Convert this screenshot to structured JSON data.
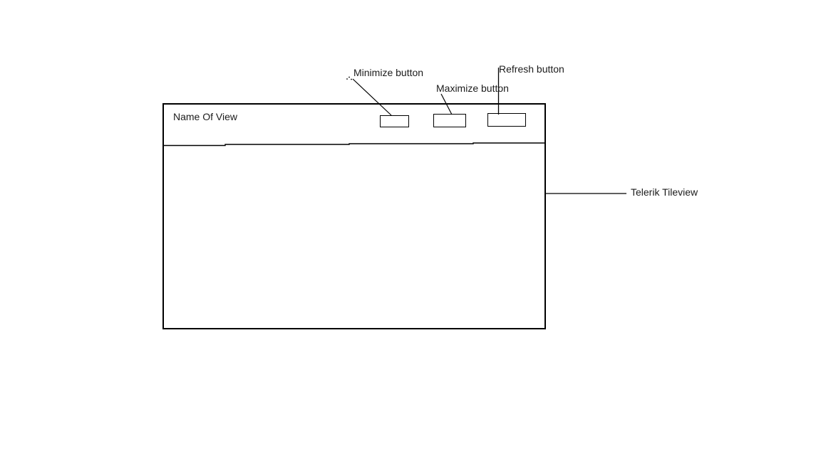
{
  "diagram": {
    "box_title": "Name Of View",
    "labels": {
      "minimize": "Minimize button",
      "maximize": "Maximize button",
      "refresh": "Refresh button",
      "component": "Telerik Tileview"
    },
    "icons": {
      "minimize_button_shape": "empty-rectangle",
      "maximize_button_shape": "empty-rectangle",
      "refresh_button_shape": "empty-rectangle"
    },
    "colors": {
      "background": "#ffffff",
      "line": "#000000",
      "text": "#1b1b1b"
    }
  }
}
